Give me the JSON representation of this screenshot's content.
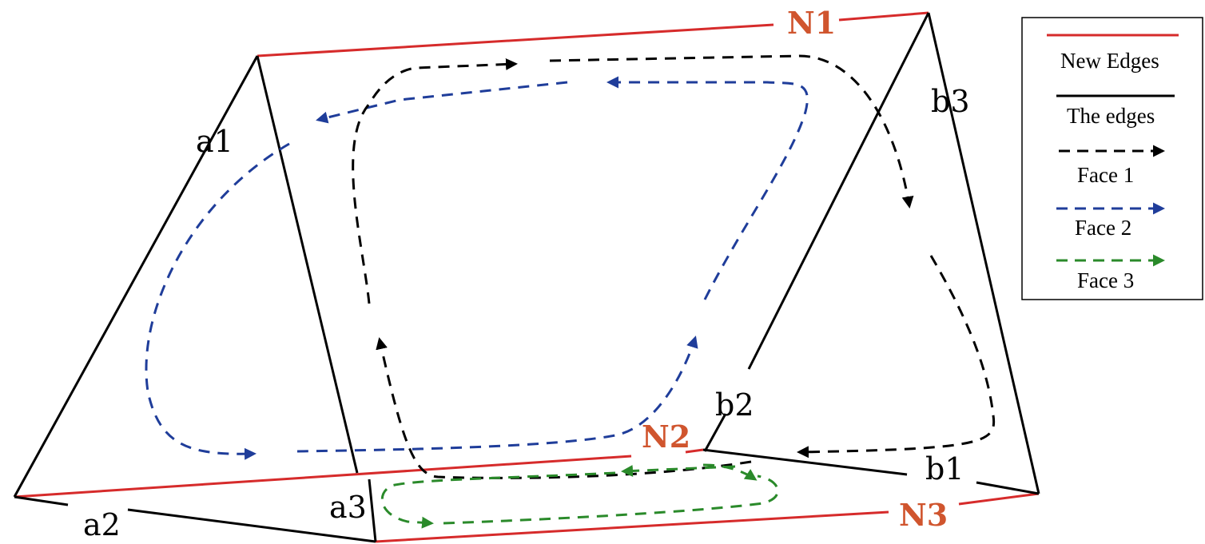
{
  "colors": {
    "new_edge": "#d62b2b",
    "new_edge_label": "#d0552e",
    "edge": "#000000",
    "face1": "#000000",
    "face2": "#1f3d9a",
    "face3": "#2a8a2a"
  },
  "labels": {
    "a1": "a1",
    "a2": "a2",
    "a3": "a3",
    "b1": "b1",
    "b2": "b2",
    "b3": "b3",
    "N1": "N1",
    "N2": "N2",
    "N3": "N3"
  },
  "legend": {
    "new_edges": "New Edges",
    "the_edges": "The edges",
    "face1": "Face 1",
    "face2": "Face 2",
    "face3": "Face 3"
  }
}
